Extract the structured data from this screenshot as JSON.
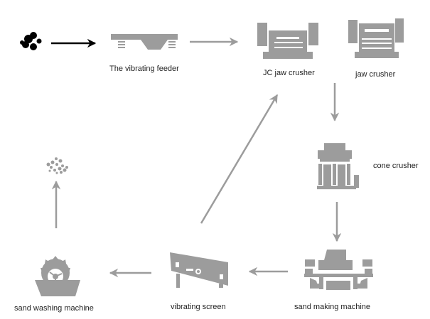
{
  "colors": {
    "machine": "#9c9c9c",
    "arrow_gray": "#9c9c9c",
    "arrow_black": "#000000",
    "raw_stone": "#000000",
    "text": "#222222"
  },
  "nodes": [
    {
      "id": "raw-material",
      "icon": "raw-stone-icon",
      "label": ""
    },
    {
      "id": "vibrating-feeder",
      "icon": "vibrating-feeder-icon",
      "label": "The vibrating feeder"
    },
    {
      "id": "jc-jaw-crusher",
      "icon": "jc-jaw-crusher-icon",
      "label": "JC jaw crusher"
    },
    {
      "id": "jaw-crusher",
      "icon": "jaw-crusher-icon",
      "label": "jaw  crusher"
    },
    {
      "id": "cone-crusher",
      "icon": "cone-crusher-icon",
      "label": "cone crusher"
    },
    {
      "id": "sand-making-machine",
      "icon": "sand-making-machine-icon",
      "label": "sand making machine"
    },
    {
      "id": "vibrating-screen",
      "icon": "vibrating-screen-icon",
      "label": "vibrating screen"
    },
    {
      "id": "sand-washing-machine",
      "icon": "sand-washing-machine-icon",
      "label": "sand washing machine"
    },
    {
      "id": "final-sand",
      "icon": "sand-particles-icon",
      "label": ""
    }
  ],
  "edges": [
    {
      "from": "raw-material",
      "to": "vibrating-feeder"
    },
    {
      "from": "vibrating-feeder",
      "to": "jc-jaw-crusher"
    },
    {
      "from": "jc-jaw-crusher",
      "to": "cone-crusher"
    },
    {
      "from": "cone-crusher",
      "to": "sand-making-machine"
    },
    {
      "from": "sand-making-machine",
      "to": "vibrating-screen"
    },
    {
      "from": "vibrating-screen",
      "to": "jc-jaw-crusher"
    },
    {
      "from": "vibrating-screen",
      "to": "sand-washing-machine"
    },
    {
      "from": "sand-washing-machine",
      "to": "final-sand"
    }
  ]
}
